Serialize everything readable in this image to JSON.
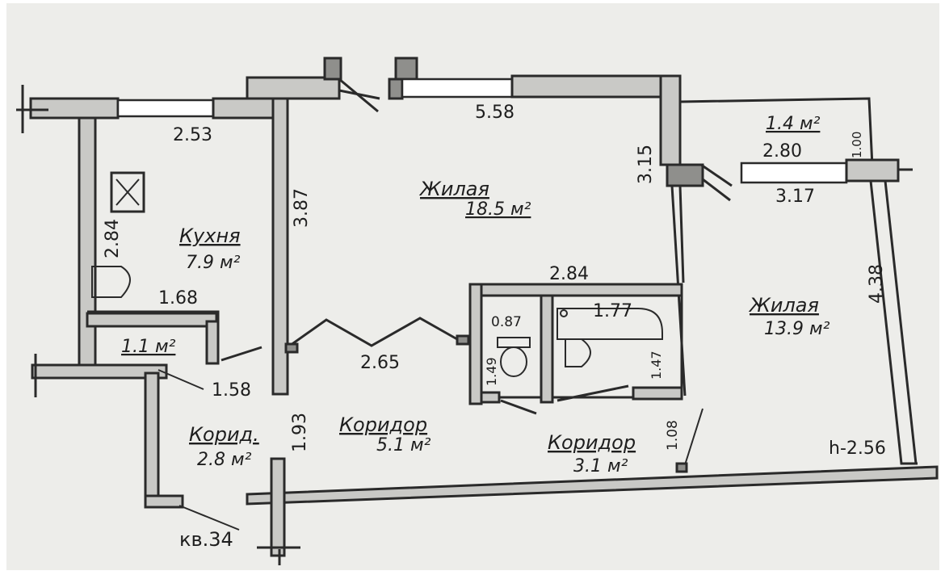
{
  "plan": {
    "apartment_label": "кв.34",
    "rooms": {
      "living_big": {
        "name": "Жилая",
        "area": "18.5 м²"
      },
      "living_right": {
        "name": "Жилая",
        "area": "13.9 м²"
      },
      "kitchen": {
        "name": "Кухня",
        "area": "7.9 м²"
      },
      "corridor_main": {
        "name": "Коридор",
        "area": "5.1 м²"
      },
      "corridor_right": {
        "name": "Коридор",
        "area": "3.1 м²"
      },
      "corridor_left": {
        "name": "Корид.",
        "area": "2.8 м²"
      },
      "pantry": {
        "area": "1.1 м²"
      },
      "balcony": {
        "area": "1.4 м²"
      }
    },
    "dimensions": {
      "kitchen_top": "2.53",
      "living_top": "5.58",
      "living_right_wall": "3.15",
      "kitchen_partition": "3.87",
      "kitchen_left": "2.84",
      "pantry_top": "1.68",
      "pantry_bottom": "1.58",
      "corridor_span": "2.65",
      "bath_block_top": "2.84",
      "wc_width": "0.87",
      "bath_width": "1.77",
      "wc_depth": "1.49",
      "bath_depth": "1.47",
      "corridor_left_depth": "1.93",
      "corridor_right_depth": "1.08",
      "balcony_width": "2.80",
      "balcony_depth": "1.00",
      "right_room_top": "3.17",
      "right_room_height": "4.38",
      "ceiling_height": "h-2.56"
    }
  }
}
